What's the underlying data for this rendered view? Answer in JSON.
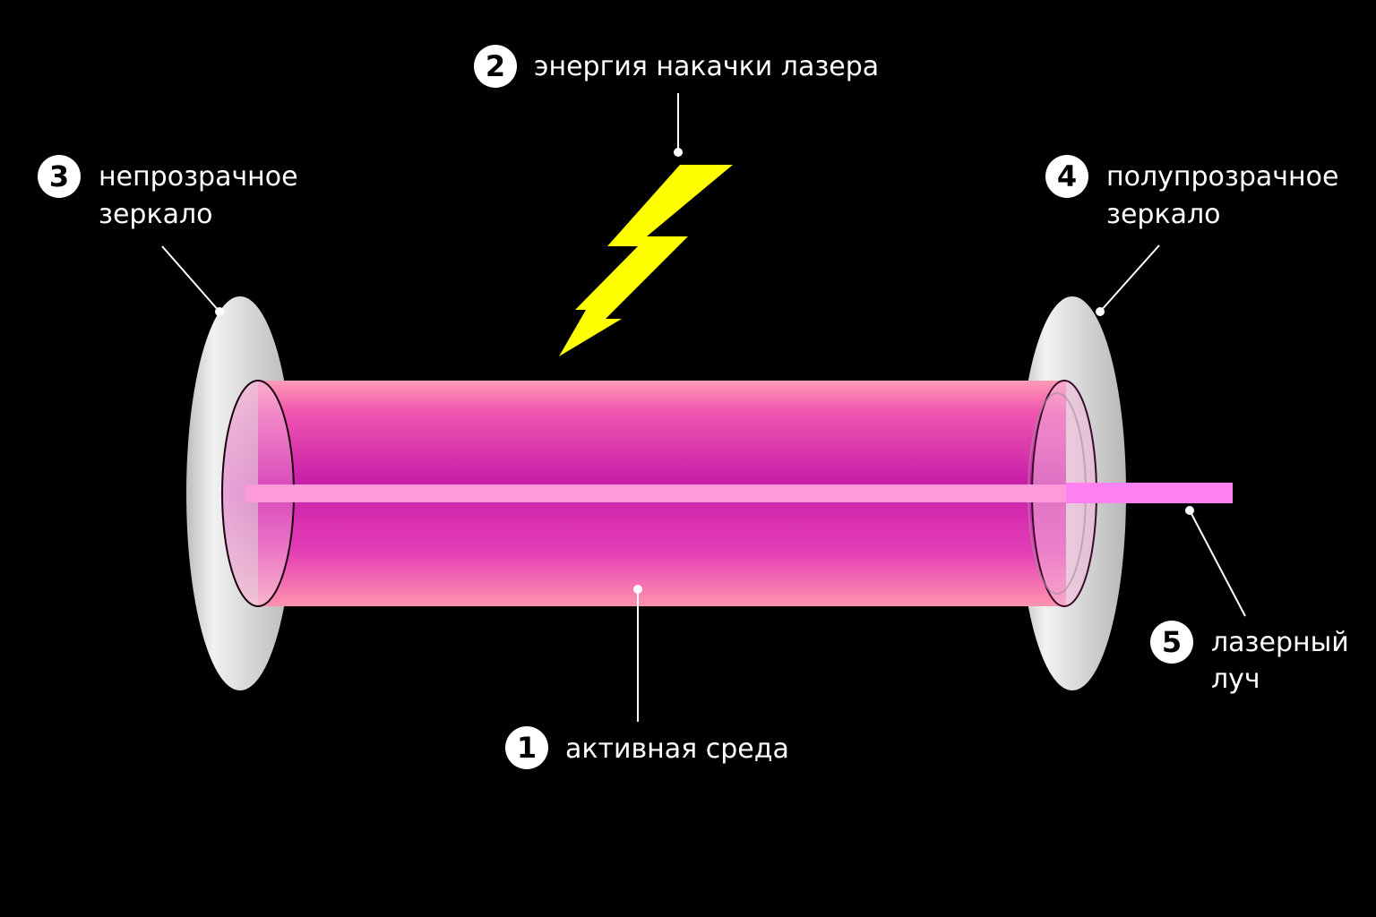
{
  "labels": {
    "active_medium": {
      "number": "1",
      "text": "активная среда"
    },
    "pump_energy": {
      "number": "2",
      "text": "энергия накачки лазера"
    },
    "opaque_mirror": {
      "number": "3",
      "line1": "непрозрачное",
      "line2": "зеркало"
    },
    "semi_mirror": {
      "number": "4",
      "line1": "полупрозрачное",
      "line2": "зеркало"
    },
    "laser_beam": {
      "number": "5",
      "line1": "лазерный",
      "line2": "луч"
    }
  },
  "colors": {
    "background": "#000000",
    "medium": "#d63cb8",
    "medium_edge": "#ff8fb4",
    "beam_inner": "#ff9ad8",
    "beam_out": "#ff80f0",
    "mirror": "#d4d4d4",
    "lightning": "#ffff00",
    "text": "#ffffff"
  },
  "icons": {
    "pump": "lightning-bolt-icon"
  }
}
